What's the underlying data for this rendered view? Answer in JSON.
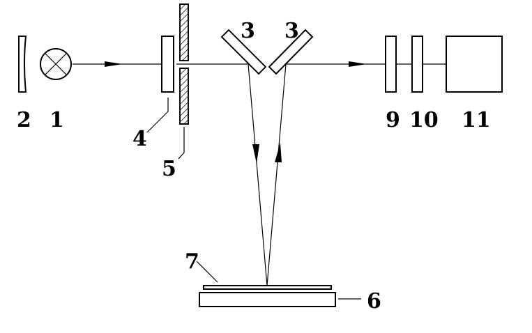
{
  "diagram": {
    "type": "optical setup schematic",
    "labels": {
      "lamp": "1",
      "mirror": "2",
      "mirror_left": "3",
      "mirror_right": "3",
      "filter": "4",
      "slit": "5",
      "stage": "6",
      "sample": "7",
      "element9": "9",
      "element10": "10",
      "detector": "11"
    }
  }
}
